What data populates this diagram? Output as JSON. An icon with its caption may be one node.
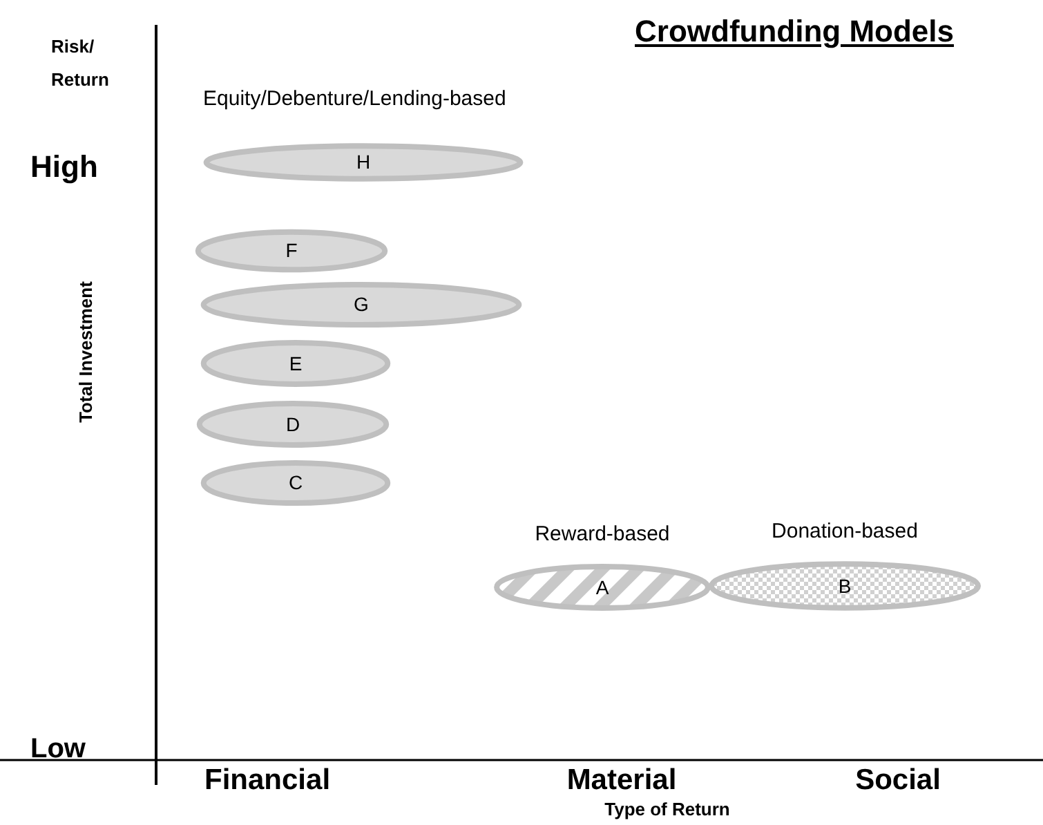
{
  "diagram": {
    "title": "Crowdfunding Models",
    "nodes": [
      {
        "text": [
          "H"
        ]
      },
      {
        "text": [
          "F"
        ]
      },
      {
        "text": [
          "G"
        ]
      },
      {
        "text": [
          "E"
        ]
      },
      {
        "text": [
          "D"
        ]
      },
      {
        "text": [
          "C"
        ]
      },
      {
        "text": [
          "A"
        ],
        "beside": [
          "Reward-based"
        ]
      },
      {
        "text": [
          "B"
        ],
        "beside": [
          "Donation-based"
        ]
      }
    ],
    "labels": [
      "Risk/ Return",
      "Equity/Debenture/Lending-based",
      "High",
      "Total Investment",
      "Low",
      "Financial",
      "Material",
      "Social",
      "Type of Return"
    ]
  }
}
